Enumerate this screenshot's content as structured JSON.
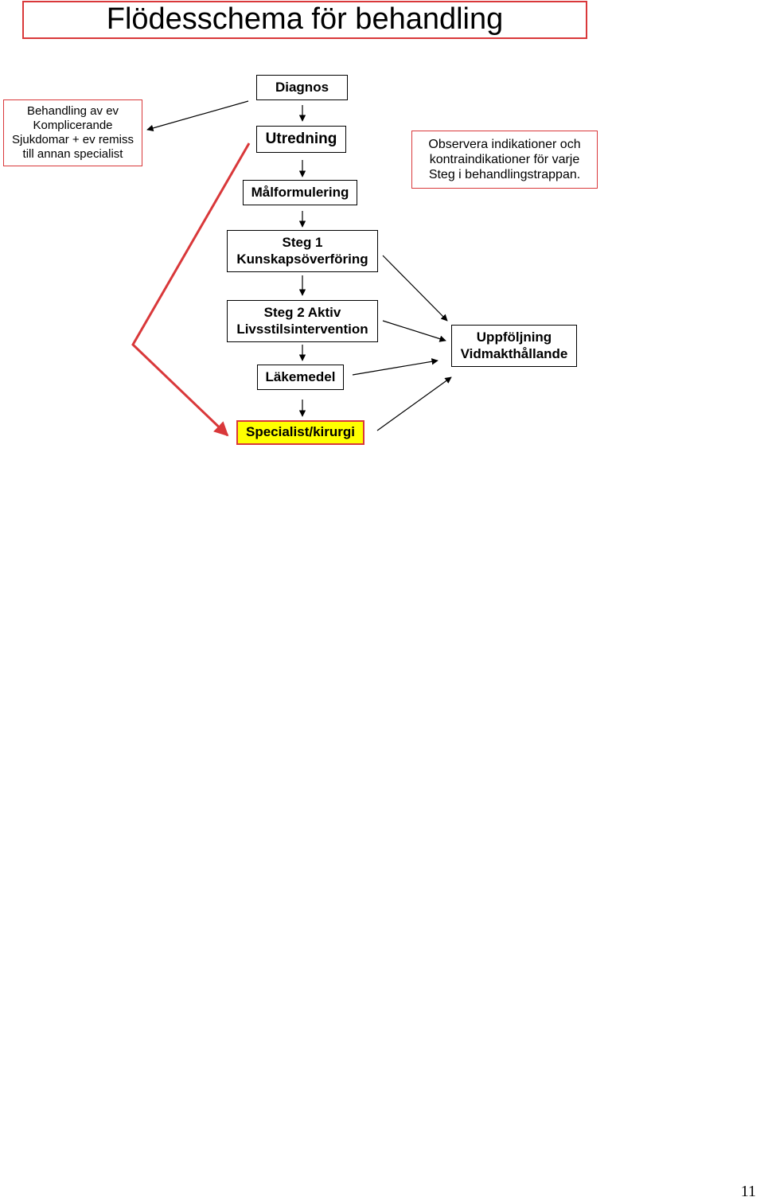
{
  "title": "Flödesschema för behandling",
  "side_note": {
    "line1": "Behandling av ev",
    "line2": "Komplicerande",
    "line3": "Sjukdomar + ev remiss",
    "line4": "till annan specialist"
  },
  "observe_note": {
    "line1": "Observera indikationer och",
    "line2": "kontraindikationer för varje",
    "line3": "Steg i behandlingstrappan."
  },
  "nodes": {
    "diagnos": "Diagnos",
    "utredning": "Utredning",
    "malformulering": "Målformulering",
    "steg1_line1": "Steg 1",
    "steg1_line2": "Kunskapsöverföring",
    "steg2_line1": "Steg 2 Aktiv",
    "steg2_line2": "Livsstilsintervention",
    "lakemedel": "Läkemedel",
    "specialist": "Specialist/kirurgi",
    "uppfoljning_line1": "Uppföljning",
    "uppfoljning_line2": "Vidmakthållande"
  },
  "colors": {
    "accent_red": "#d9383a",
    "highlight_yellow": "#ffff00",
    "line": "#000000"
  },
  "page_number": "11"
}
